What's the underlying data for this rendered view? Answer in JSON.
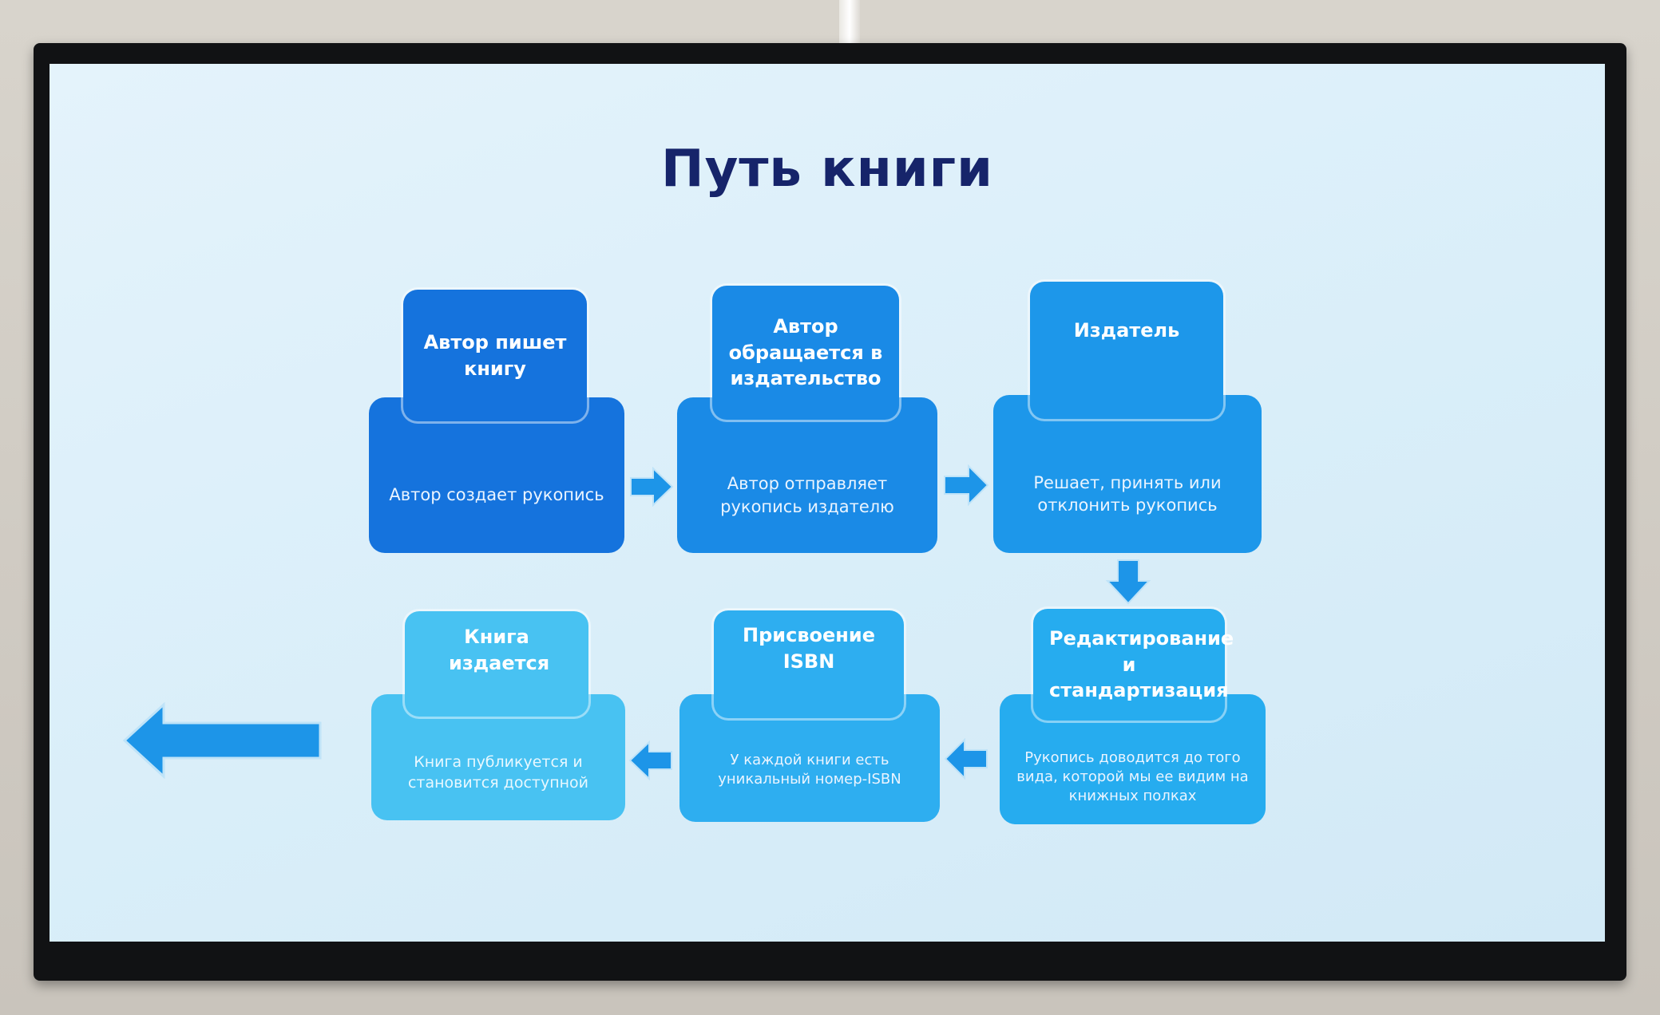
{
  "slide": {
    "title": "Путь книги",
    "steps": [
      {
        "heading": "Автор пишет книгу",
        "description": "Автор создает рукопись"
      },
      {
        "heading": "Автор обращается в издательство",
        "description": "Автор отправляет рукопись издателю"
      },
      {
        "heading": "Издатель",
        "description": "Решает, принять или отклонить рукопись"
      },
      {
        "heading": "Редактирование и стандартизация",
        "description": "Рукопись доводится до того вида, которой мы ее видим на книжных полках"
      },
      {
        "heading": "Присвоение ISBN",
        "description": "У каждой книги есть уникальный номер-ISBN"
      },
      {
        "heading": "Книга издается",
        "description": "Книга публикуется и становится доступной"
      }
    ]
  },
  "colors": {
    "screen_bg": "#dcf0fa",
    "title": "#16246a",
    "arrow": "#1d95e8",
    "step1": "#1573dd",
    "step2": "#1a8ae6",
    "step3": "#1d97ea",
    "step4": "#26acef",
    "step5": "#2eaef0",
    "step6": "#48c2f2"
  }
}
